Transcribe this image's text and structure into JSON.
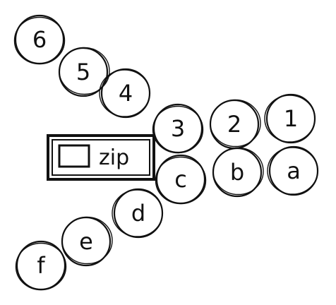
{
  "colors": {
    "ink": "#111111",
    "paper": "#ffffff"
  },
  "top_sequence": [
    "6",
    "5",
    "4",
    "3",
    "2",
    "1"
  ],
  "bottom_sequence": [
    "f",
    "e",
    "d",
    "c",
    "b",
    "a"
  ],
  "zip_box": {
    "label": "zip",
    "icon": "empty-rectangle-icon"
  }
}
